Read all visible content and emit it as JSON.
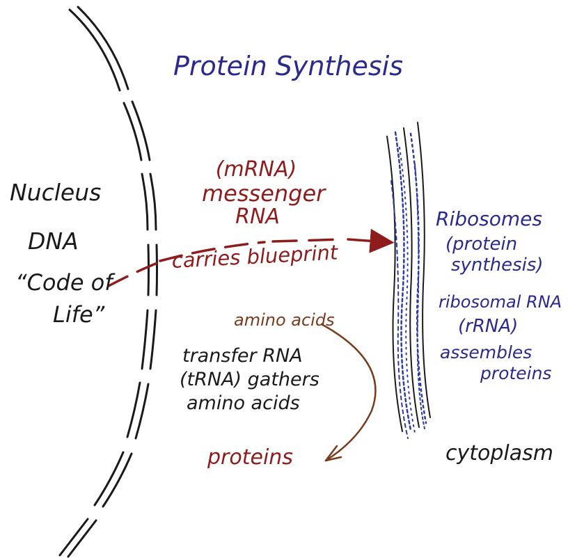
{
  "title": "Protein Synthesis",
  "nucleus": {
    "label": "Nucleus",
    "dna": "DNA",
    "code_line1": "“Code of",
    "code_line2": "Life”"
  },
  "mrna": {
    "abbrev": "(mRNA)",
    "line1": "messenger",
    "line2": "RNA",
    "carries": "carries blueprint"
  },
  "ribosomes": {
    "label": "Ribosomes",
    "paren_line1": "(protein",
    "paren_line2": "synthesis)",
    "rrna_line1": "ribosomal RNA",
    "rrna_line2": "(rRNA)",
    "rrna_line3": "assembles",
    "rrna_line4": "proteins"
  },
  "trna": {
    "amino_acids": "amino acids",
    "line1": "transfer RNA",
    "line2": "(tRNA) gathers",
    "line3": "amino acids"
  },
  "proteins": "proteins",
  "cytoplasm": "cytoplasm",
  "colors": {
    "blue_ink": "#2b2a8c",
    "red_ink": "#8e1c1c",
    "black_ink": "#1a1a1a",
    "brown_ink": "#7a3a1e",
    "membrane_blue": "#2f3aa0"
  }
}
